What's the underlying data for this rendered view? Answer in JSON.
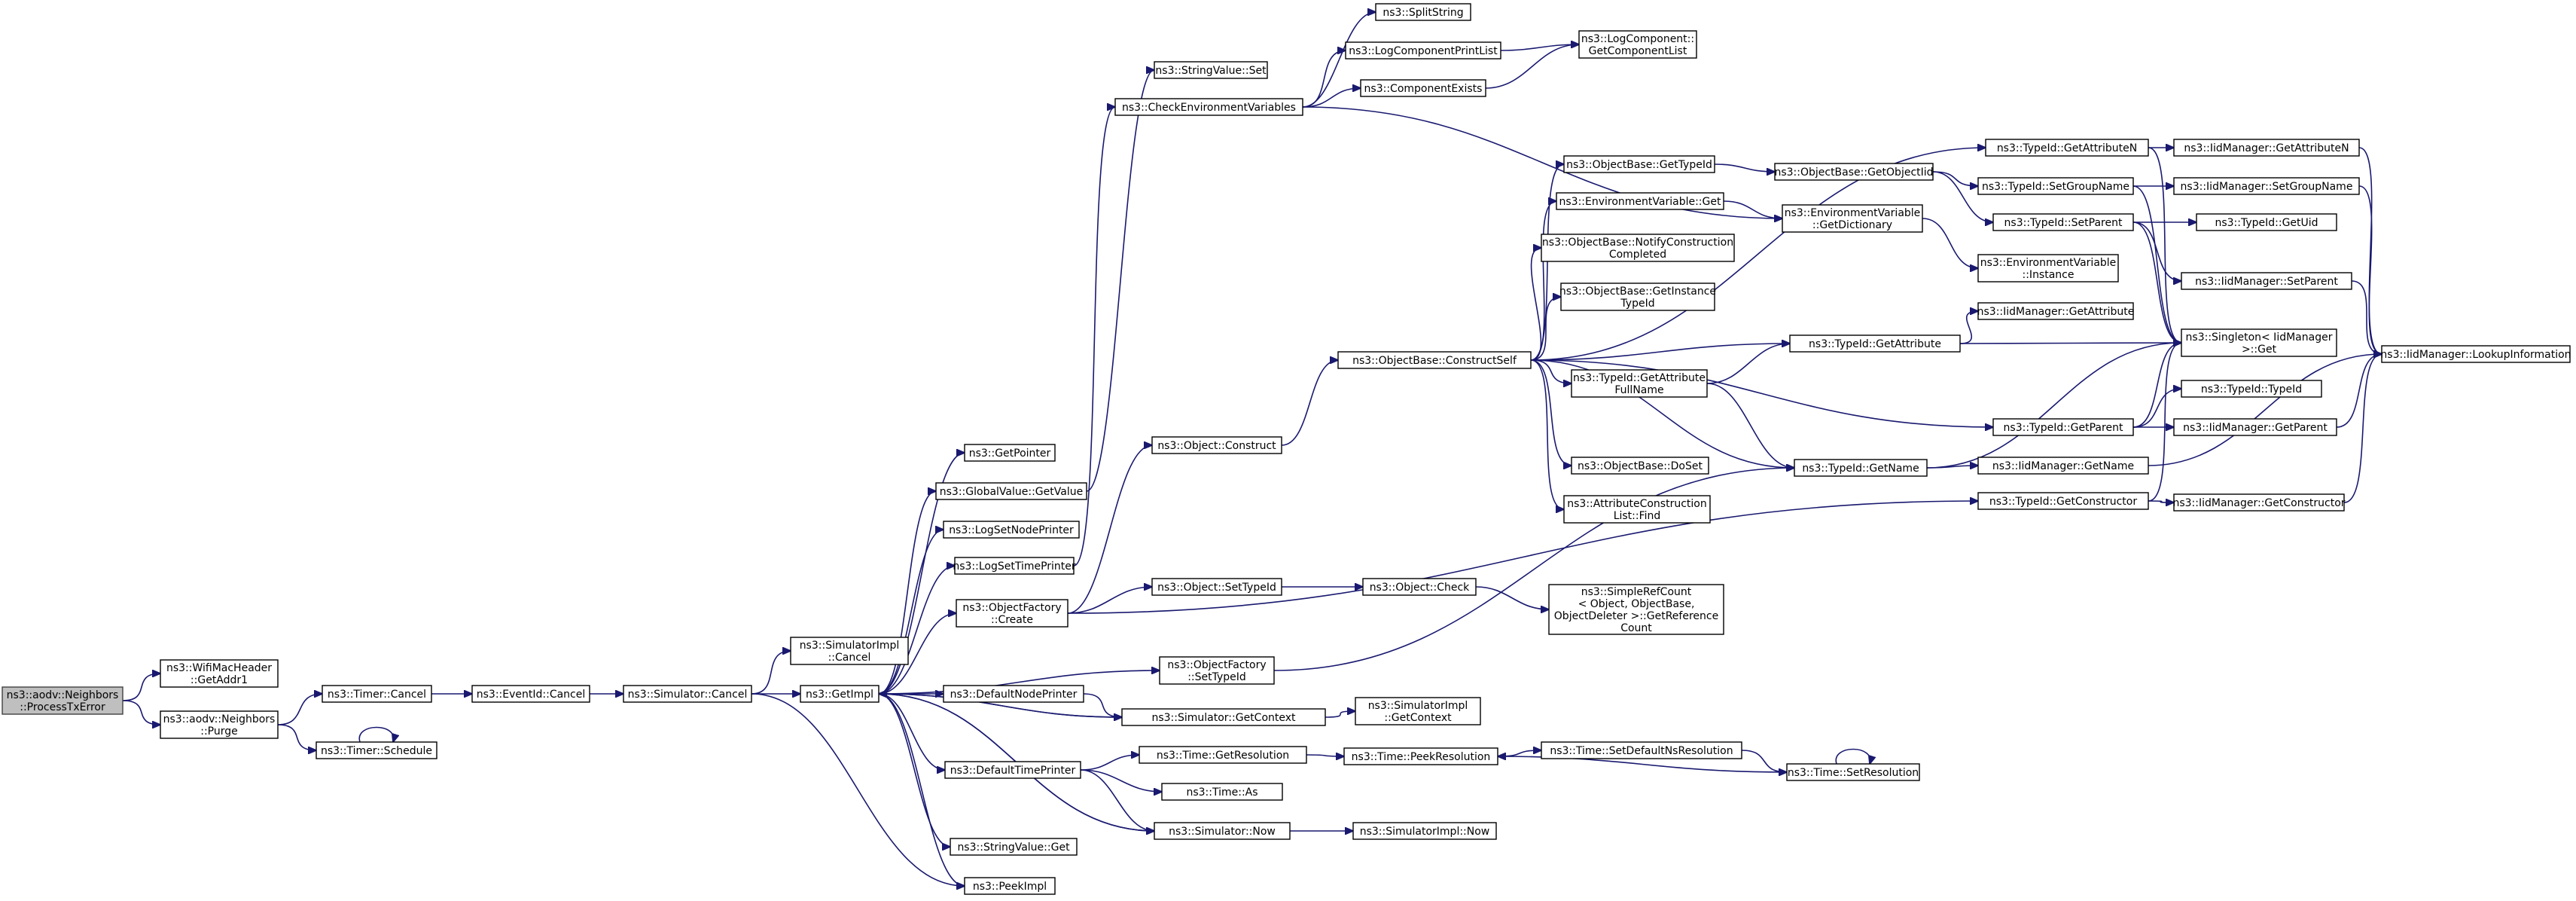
{
  "diagram": {
    "type": "call-graph",
    "nodes": [
      {
        "id": "root",
        "lines": [
          "ns3::aodv::Neighbors",
          "::ProcessTxError"
        ]
      },
      {
        "id": "wifigetaddr1",
        "lines": [
          "ns3::WifiMacHeader",
          "::GetAddr1"
        ]
      },
      {
        "id": "purge",
        "lines": [
          "ns3::aodv::Neighbors",
          "::Purge"
        ]
      },
      {
        "id": "timercancel",
        "lines": [
          "ns3::Timer::Cancel"
        ]
      },
      {
        "id": "timerschedule",
        "lines": [
          "ns3::Timer::Schedule"
        ]
      },
      {
        "id": "eventidcancel",
        "lines": [
          "ns3::EventId::Cancel"
        ]
      },
      {
        "id": "simcancel",
        "lines": [
          "ns3::Simulator::Cancel"
        ]
      },
      {
        "id": "simimplcancel",
        "lines": [
          "ns3::SimulatorImpl",
          "::Cancel"
        ]
      },
      {
        "id": "getimpl",
        "lines": [
          "ns3::GetImpl"
        ]
      },
      {
        "id": "peekimpl",
        "lines": [
          "ns3::PeekImpl"
        ]
      },
      {
        "id": "getpointer",
        "lines": [
          "ns3::GetPointer"
        ]
      },
      {
        "id": "gvgetvalue",
        "lines": [
          "ns3::GlobalValue::GetValue"
        ]
      },
      {
        "id": "logsetnodeprinter",
        "lines": [
          "ns3::LogSetNodePrinter"
        ]
      },
      {
        "id": "logsettimeprinter",
        "lines": [
          "ns3::LogSetTimePrinter"
        ]
      },
      {
        "id": "ofcreate",
        "lines": [
          "ns3::ObjectFactory",
          "::Create"
        ]
      },
      {
        "id": "defaultnodeprinter",
        "lines": [
          "ns3::DefaultNodePrinter"
        ]
      },
      {
        "id": "defaulttimeprinter",
        "lines": [
          "ns3::DefaultTimePrinter"
        ]
      },
      {
        "id": "svget",
        "lines": [
          "ns3::StringValue::Get"
        ]
      },
      {
        "id": "svset",
        "lines": [
          "ns3::StringValue::Set"
        ]
      },
      {
        "id": "checkenv",
        "lines": [
          "ns3::CheckEnvironmentVariables"
        ]
      },
      {
        "id": "splitstring",
        "lines": [
          "ns3::SplitString"
        ]
      },
      {
        "id": "logcompprintlist",
        "lines": [
          "ns3::LogComponentPrintList"
        ]
      },
      {
        "id": "compexists",
        "lines": [
          "ns3::ComponentExists"
        ]
      },
      {
        "id": "logcompgetlist",
        "lines": [
          "ns3::LogComponent::",
          "GetComponentList"
        ]
      },
      {
        "id": "objconstruct",
        "lines": [
          "ns3::Object::Construct"
        ]
      },
      {
        "id": "objsettypeid",
        "lines": [
          "ns3::Object::SetTypeId"
        ]
      },
      {
        "id": "objcheck",
        "lines": [
          "ns3::Object::Check"
        ]
      },
      {
        "id": "simplerefcount",
        "lines": [
          "ns3::SimpleRefCount",
          "< Object, ObjectBase,",
          "ObjectDeleter >::GetReference",
          "Count"
        ]
      },
      {
        "id": "ofsettypeid",
        "lines": [
          "ns3::ObjectFactory",
          "::SetTypeId"
        ]
      },
      {
        "id": "simgetcontext",
        "lines": [
          "ns3::Simulator::GetContext"
        ]
      },
      {
        "id": "simimplgetcontext",
        "lines": [
          "ns3::SimulatorImpl",
          "::GetContext"
        ]
      },
      {
        "id": "timegetres",
        "lines": [
          "ns3::Time::GetResolution"
        ]
      },
      {
        "id": "timeas",
        "lines": [
          "ns3::Time::As"
        ]
      },
      {
        "id": "simnow",
        "lines": [
          "ns3::Simulator::Now"
        ]
      },
      {
        "id": "simimplnow",
        "lines": [
          "ns3::SimulatorImpl::Now"
        ]
      },
      {
        "id": "timepeekres",
        "lines": [
          "ns3::Time::PeekResolution"
        ]
      },
      {
        "id": "timesetdefns",
        "lines": [
          "ns3::Time::SetDefaultNsResolution"
        ]
      },
      {
        "id": "timesetres",
        "lines": [
          "ns3::Time::SetResolution"
        ]
      },
      {
        "id": "constructself",
        "lines": [
          "ns3::ObjectBase::ConstructSelf"
        ]
      },
      {
        "id": "obgettypeid",
        "lines": [
          "ns3::ObjectBase::GetTypeId"
        ]
      },
      {
        "id": "envget",
        "lines": [
          "ns3::EnvironmentVariable::Get"
        ]
      },
      {
        "id": "obnotify",
        "lines": [
          "ns3::ObjectBase::NotifyConstruction",
          "Completed"
        ]
      },
      {
        "id": "obgetinstance",
        "lines": [
          "ns3::ObjectBase::GetInstance",
          "TypeId"
        ]
      },
      {
        "id": "tidgetattrfullname",
        "lines": [
          "ns3::TypeId::GetAttribute",
          "FullName"
        ]
      },
      {
        "id": "obdoset",
        "lines": [
          "ns3::ObjectBase::DoSet"
        ]
      },
      {
        "id": "attrconstlistfind",
        "lines": [
          "ns3::AttributeConstruction",
          "List::Find"
        ]
      },
      {
        "id": "obgetobjectiid",
        "lines": [
          "ns3::ObjectBase::GetObjectIid"
        ]
      },
      {
        "id": "envgetdict",
        "lines": [
          "ns3::EnvironmentVariable",
          "::GetDictionary"
        ]
      },
      {
        "id": "envinstance",
        "lines": [
          "ns3::EnvironmentVariable",
          "::Instance"
        ]
      },
      {
        "id": "tidgetattribute",
        "lines": [
          "ns3::TypeId::GetAttribute"
        ]
      },
      {
        "id": "tidgetname",
        "lines": [
          "ns3::TypeId::GetName"
        ]
      },
      {
        "id": "tidgetattributen",
        "lines": [
          "ns3::TypeId::GetAttributeN"
        ]
      },
      {
        "id": "tidsetgroupname",
        "lines": [
          "ns3::TypeId::SetGroupName"
        ]
      },
      {
        "id": "tidsetparent",
        "lines": [
          "ns3::TypeId::SetParent"
        ]
      },
      {
        "id": "tidgetparent",
        "lines": [
          "ns3::TypeId::GetParent"
        ]
      },
      {
        "id": "tidgetconstructor",
        "lines": [
          "ns3::TypeId::GetConstructor"
        ]
      },
      {
        "id": "iidgetattributen",
        "lines": [
          "ns3::IidManager::GetAttributeN"
        ]
      },
      {
        "id": "iidsetgroupname",
        "lines": [
          "ns3::IidManager::SetGroupName"
        ]
      },
      {
        "id": "tidgetuid",
        "lines": [
          "ns3::TypeId::GetUid"
        ]
      },
      {
        "id": "iidsetparent",
        "lines": [
          "ns3::IidManager::SetParent"
        ]
      },
      {
        "id": "iidgetattribute",
        "lines": [
          "ns3::IidManager::GetAttribute"
        ]
      },
      {
        "id": "singletonget",
        "lines": [
          "ns3::Singleton< IidManager",
          "&gt;::Get"
        ]
      },
      {
        "id": "tidtypeid",
        "lines": [
          "ns3::TypeId::TypeId"
        ]
      },
      {
        "id": "iidgetparent",
        "lines": [
          "ns3::IidManager::GetParent"
        ]
      },
      {
        "id": "iidgetname",
        "lines": [
          "ns3::IidManager::GetName"
        ]
      },
      {
        "id": "iidgetconstructor",
        "lines": [
          "ns3::IidManager::GetConstructor"
        ]
      },
      {
        "id": "iidlookupinfo",
        "lines": [
          "ns3::IidManager::LookupInformation"
        ]
      }
    ]
  }
}
